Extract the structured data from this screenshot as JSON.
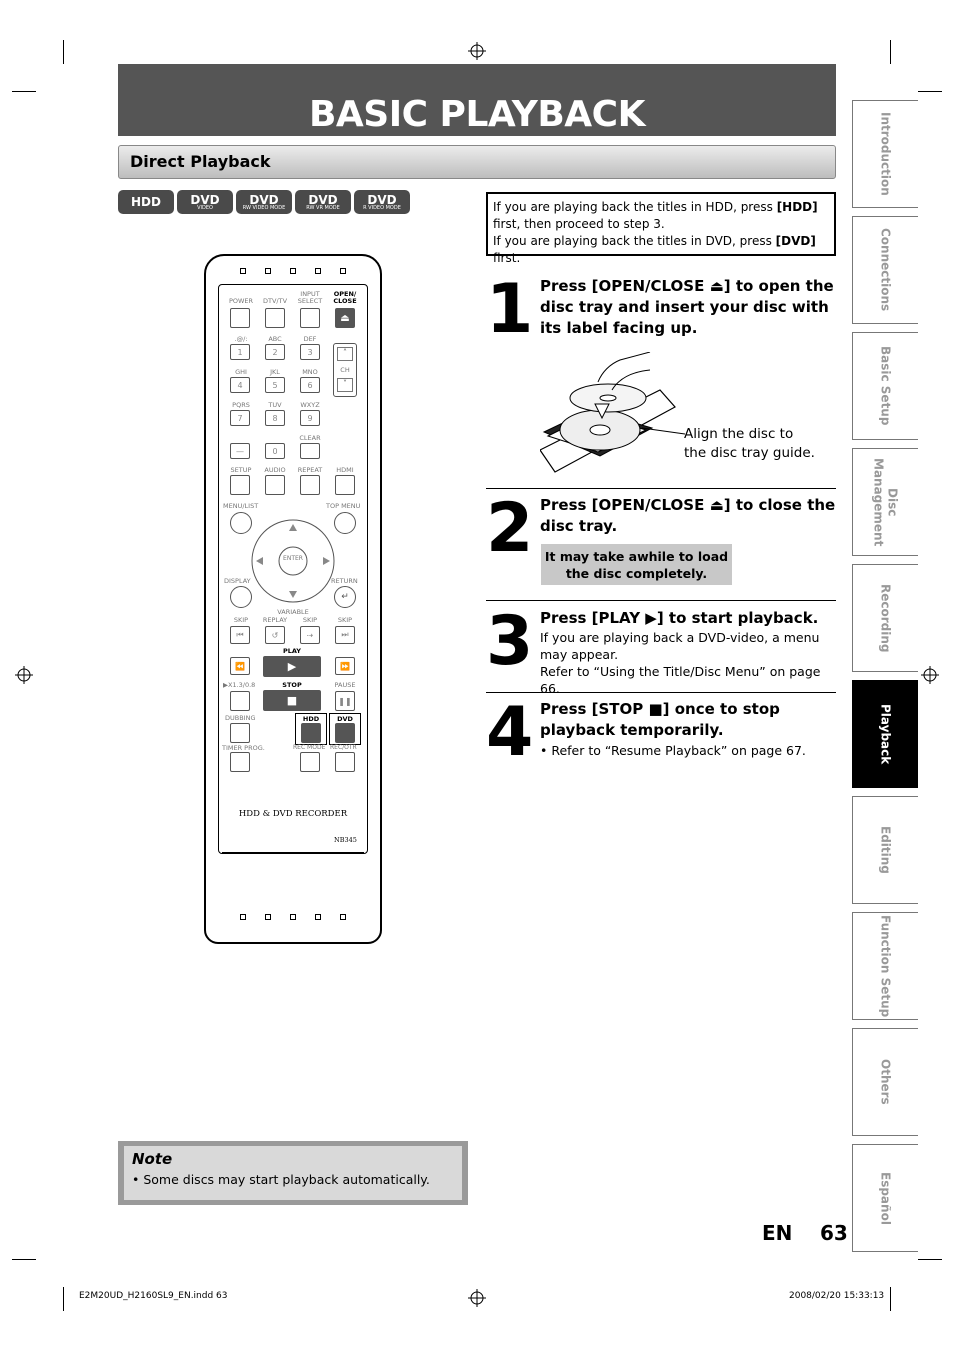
{
  "page": {
    "title": "BASIC PLAYBACK",
    "section": "Direct Playback",
    "lang": "EN",
    "number": "63"
  },
  "disc_logos": [
    {
      "main": "HDD",
      "sub": ""
    },
    {
      "main": "DVD",
      "sub": "VIDEO"
    },
    {
      "main": "DVD",
      "sub": "RW VIDEO MODE"
    },
    {
      "main": "DVD",
      "sub": "RW VR MODE"
    },
    {
      "main": "DVD",
      "sub": "R VIDEO MODE"
    }
  ],
  "hdd_note": {
    "line1_pre": "If you are playing back the titles in HDD, press ",
    "line1_key": "[HDD]",
    "line2": "first, then proceed to step 3.",
    "line3_pre": "If you are playing back the titles in DVD, press ",
    "line3_key": "[DVD]",
    "line3_post": " first."
  },
  "steps": [
    {
      "num": "1",
      "head": "Press [OPEN/CLOSE ⏏] to open the disc tray and insert your disc with its label facing up.",
      "body": ""
    },
    {
      "num": "2",
      "head": "Press [OPEN/CLOSE ⏏] to close the disc tray.",
      "body": ""
    },
    {
      "num": "3",
      "head": "Press [PLAY ▶] to start playback.",
      "body": "If you are playing back a DVD-video, a menu may appear.",
      "body2": "Refer to “Using the Title/Disc Menu” on page 66."
    },
    {
      "num": "4",
      "head": "Press [STOP ■] once to stop playback temporarily.",
      "body": "• Refer to “Resume Playback” on page 67."
    }
  ],
  "disc_caption": {
    "line1": "Align the disc to",
    "line2": "the disc tray guide."
  },
  "hint": {
    "line1": "It may take awhile to load",
    "line2": "the disc completely."
  },
  "side_tabs": [
    {
      "label": "Introduction",
      "active": false
    },
    {
      "label": "Connections",
      "active": false
    },
    {
      "label": "Basic Setup",
      "active": false
    },
    {
      "label": "Disc Management",
      "active": false
    },
    {
      "label": "Recording",
      "active": false
    },
    {
      "label": "Playback",
      "active": true
    },
    {
      "label": "Editing",
      "active": false
    },
    {
      "label": "Function Setup",
      "active": false
    },
    {
      "label": "Others",
      "active": false
    },
    {
      "label": "Español",
      "active": false
    }
  ],
  "note": {
    "title": "Note",
    "text": "•  Some discs may start playback automatically."
  },
  "footer": {
    "left": "E2M20UD_H2160SL9_EN.indd   63",
    "right": "2008/02/20   15:33:13"
  },
  "remote": {
    "row1": [
      "POWER",
      "DTV/TV",
      "INPUT SELECT",
      "OPEN/ CLOSE"
    ],
    "numkeys": [
      {
        "label": ".@/:",
        "key": "1"
      },
      {
        "label": "ABC",
        "key": "2"
      },
      {
        "label": "DEF",
        "key": "3"
      },
      {
        "label": "GHI",
        "key": "4"
      },
      {
        "label": "JKL",
        "key": "5"
      },
      {
        "label": "MNO",
        "key": "6"
      },
      {
        "label": "PQRS",
        "key": "7"
      },
      {
        "label": "TUV",
        "key": "8"
      },
      {
        "label": "WXYZ",
        "key": "9"
      }
    ],
    "ch": "CH",
    "clear": "CLEAR",
    "zero": "0",
    "dash": "—",
    "row_setup": [
      "SETUP",
      "AUDIO",
      "REPEAT",
      "HDMI"
    ],
    "menu_list": "MENU/LIST",
    "top_menu": "TOP MENU",
    "enter": "ENTER",
    "display": "DISPLAY",
    "return": "RETURN",
    "variable": "VARIABLE",
    "row_skip": [
      "SKIP",
      "REPLAY",
      "SKIP",
      "SKIP"
    ],
    "play": "PLAY",
    "speed": "▶X1.3/0.8",
    "stop": "STOP",
    "pause": "PAUSE",
    "dubbing": "DUBBING",
    "hdd": "HDD",
    "dvd": "DVD",
    "timer": "TIMER PROG.",
    "rec_mode": "REC MODE",
    "rec_otr": "REC/OTR",
    "brand": "HDD & DVD RECORDER",
    "model": "NB345"
  }
}
